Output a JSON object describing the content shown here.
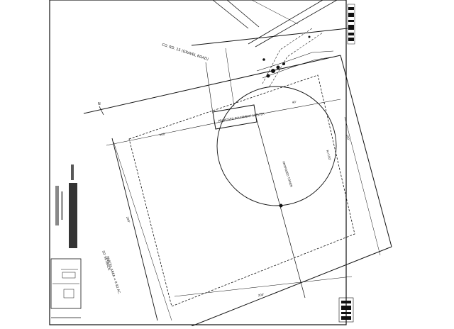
{
  "labels": {
    "road_label": "CO. RD. 15 (GRAVEL ROAD)",
    "building_label": "PROPOSED EQUIPMENT SHELTER",
    "tower_label": "PROPOSED TOWER",
    "north_label": "N",
    "dim_top": "200'",
    "dim_right": "200'",
    "dim_bottom": "200'",
    "dim_left": "200'",
    "dim_access": "40'",
    "radius_label": "R=100'",
    "setback_label": "50' SETBACK",
    "parcel_label": "PARCEL AREA = 0.92 AC."
  },
  "colors": {
    "ink": "#111111",
    "background": "#ffffff"
  }
}
